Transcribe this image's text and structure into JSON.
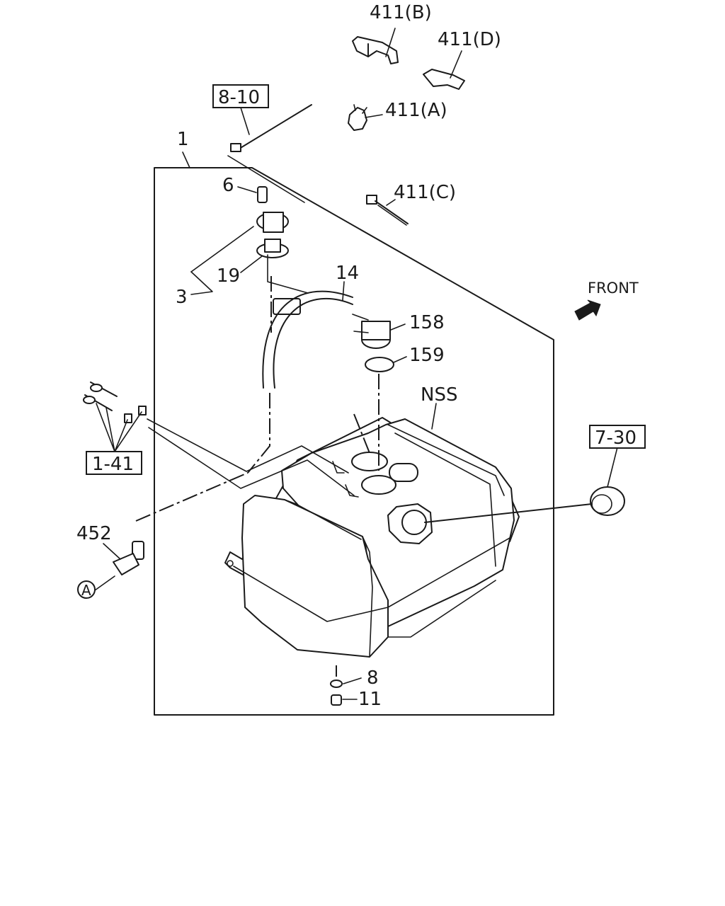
{
  "callouts": {
    "p411b": "411(B)",
    "p411d": "411(D)",
    "p411a": "411(A)",
    "p411c": "411(C)",
    "ref810": "8-10",
    "p1": "1",
    "p6": "6",
    "p19": "19",
    "p3": "3",
    "p14": "14",
    "p158": "158",
    "p159": "159",
    "nss": "NSS",
    "ref141": "1-41",
    "ref730": "7-30",
    "p452": "452",
    "circleA": "A",
    "p8": "8",
    "p11": "11"
  },
  "direction": {
    "front": "FRONT"
  },
  "icons": [
    "front-arrow-icon"
  ],
  "colors": {
    "ink": "#1a1a1a",
    "paper": "#ffffff"
  }
}
